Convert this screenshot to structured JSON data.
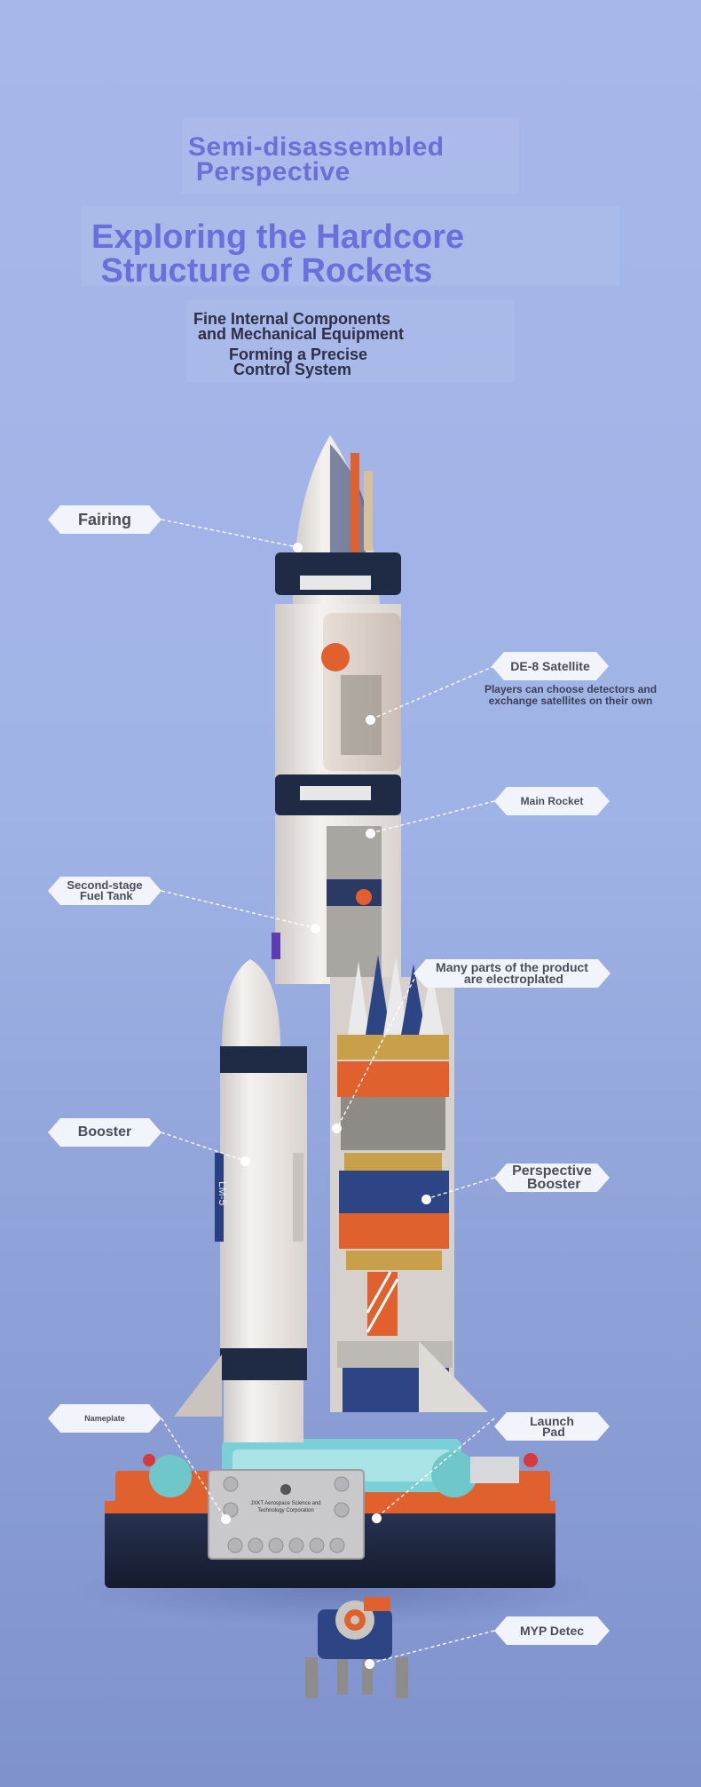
{
  "header": {
    "subtitle": "Semi-disassembled\n Perspective",
    "title": "Exploring the Hardcore\n Structure of Rockets",
    "desc_line1": "Fine Internal Components",
    "desc_line2": " and Mechanical Equipment",
    "desc_line3": "Forming a Precise",
    "desc_line4": " Control System"
  },
  "callouts": {
    "fairing": "Fairing",
    "satellite": "DE-8 Satellite",
    "satellite_note": "Players can choose detectors and\nexchange satellites on their own",
    "main_rocket": "Main Rocket",
    "second_stage": "Second-stage\n Fuel Tank",
    "electroplated": "Many parts of the product\n are electroplated",
    "booster": "Booster",
    "perspective_booster": "Perspective\n Booster",
    "nameplate": "Nameplate",
    "launch_pad": "Launch\n Pad",
    "myp": "MYP Detec"
  },
  "nameplate": {
    "line1": "JXKT Aerospace Science and",
    "line2": "Technology Corporation"
  },
  "booster_mark": "LM-5",
  "colors": {
    "title": "#6a6fdc",
    "background": "#a0b3e6",
    "rocket_white": "#efece8",
    "navy": "#1f2a44",
    "orange": "#e0602e"
  }
}
